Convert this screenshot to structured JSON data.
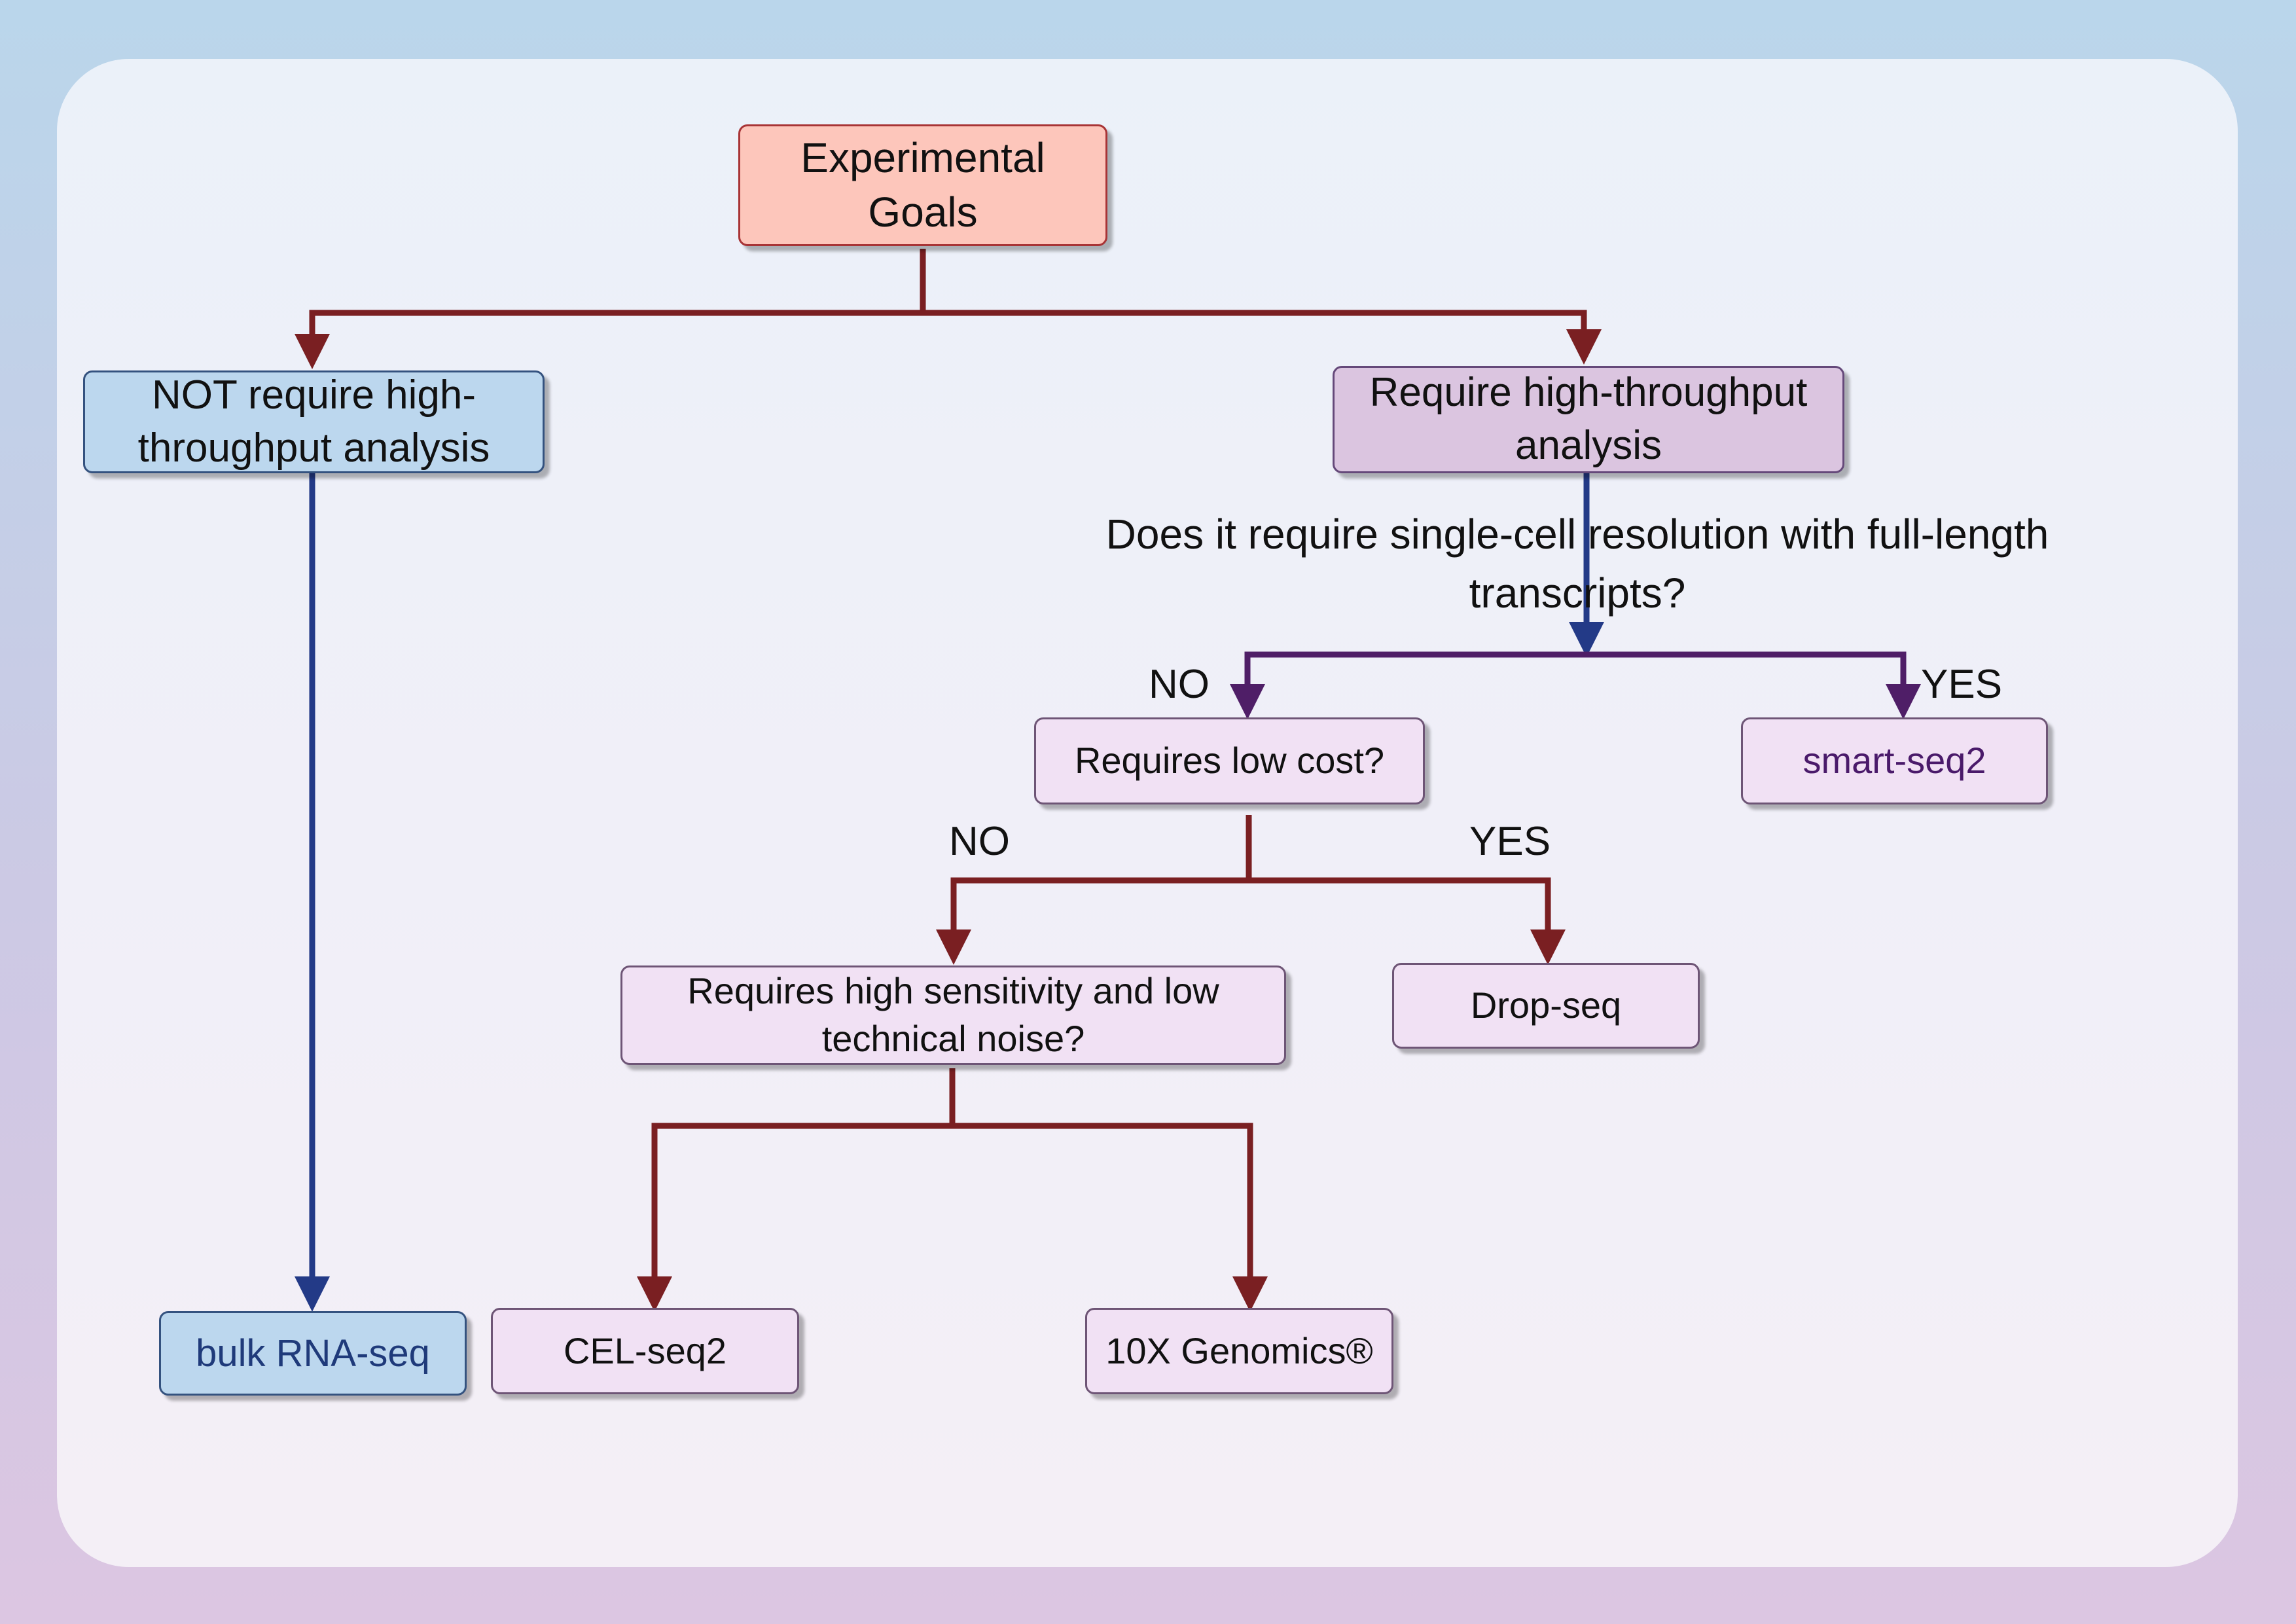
{
  "diagram": {
    "root": "Experimental\nGoals",
    "not_high_throughput": "NOT require high-\nthroughput analysis",
    "high_throughput": "Require high-throughput\nanalysis",
    "question": "Does it require single-cell resolution with full-length\ntranscripts?",
    "no_label_1": "NO",
    "yes_label_1": "YES",
    "low_cost": "Requires low cost?",
    "smart_seq2": "smart-seq2",
    "no_label_2": "NO",
    "yes_label_2": "YES",
    "sensitivity": "Requires high sensitivity and low\ntechnical noise?",
    "drop_seq": "Drop-seq",
    "bulk_rna_seq": "bulk RNA-seq",
    "cel_seq2": "CEL-seq2",
    "genomics_10x": "10X Genomics®"
  },
  "colors": {
    "red_edge": "#7a1f22",
    "blue_edge": "#233a87",
    "purple_edge": "#4f1e67",
    "blue_text": "#1f3a7a",
    "purple_text": "#4a1a6a"
  }
}
